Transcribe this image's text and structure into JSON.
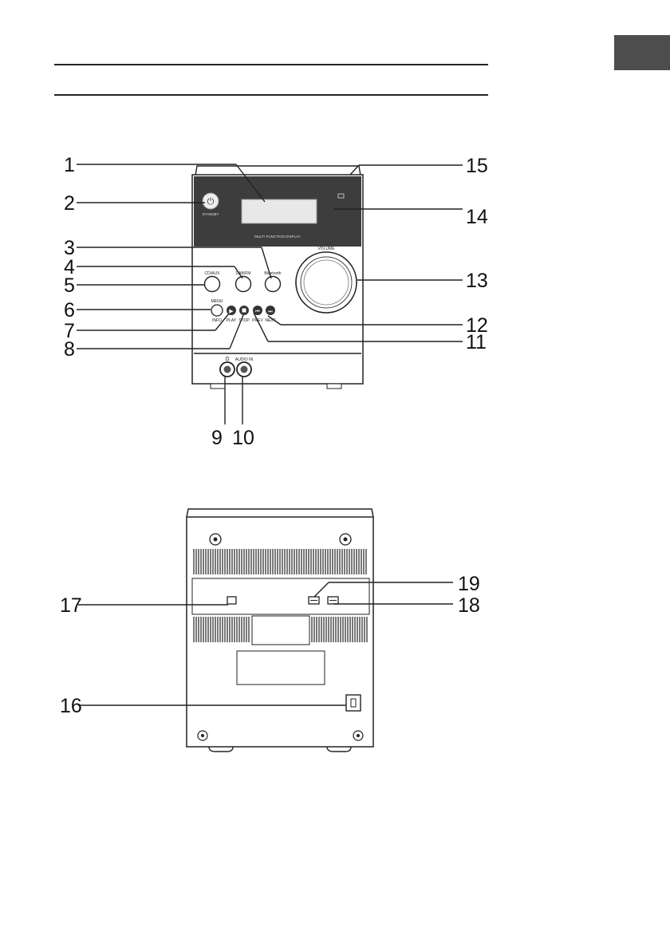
{
  "page": {
    "header_title": "",
    "language_tab": ""
  },
  "front_view": {
    "display_label": "MULTI FUNCTION DISPLAY",
    "standby_label": "STANDBY",
    "button_labels": {
      "cd_aux": "CD/AUX",
      "dab_fm": "DAB/FM",
      "bluetooth": "Bluetooth",
      "menu": "MENU",
      "info": "INFO",
      "play": "PLAY",
      "stop": "STOP",
      "prev": "PREV",
      "next": "NEXT",
      "volume": "VOLUME",
      "audio_in": "AUDIO IN",
      "headphones_symbol": "Ω"
    },
    "callouts": [
      "1",
      "2",
      "3",
      "4",
      "5",
      "6",
      "7",
      "8",
      "9",
      "10",
      "11",
      "12",
      "13",
      "14",
      "15"
    ]
  },
  "rear_view": {
    "callouts": [
      "16",
      "17",
      "18",
      "19"
    ]
  }
}
